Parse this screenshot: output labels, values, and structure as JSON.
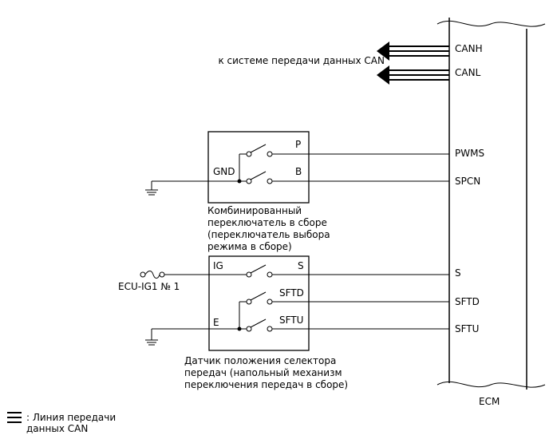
{
  "ecm": {
    "label": "ECM",
    "pins": {
      "canh": "CANH",
      "canl": "CANL",
      "pwms": "PWMS",
      "spcn": "SPCN",
      "s": "S",
      "sftd": "SFTD",
      "sftu": "SFTU"
    }
  },
  "can_destination": "к системе передачи данных CAN",
  "combination_switch": {
    "terminals": {
      "p": "P",
      "b": "B",
      "gnd": "GND"
    },
    "caption": [
      "Комбинированный",
      "переключатель в сборе",
      "(переключатель выбора",
      "режима в сборе)"
    ]
  },
  "shift_sensor": {
    "terminals": {
      "ig": "IG",
      "s": "S",
      "sftd": "SFTD",
      "sftu": "SFTU",
      "e": "E"
    },
    "caption": [
      "Датчик положения селектора",
      "передач (напольный механизм",
      "переключения передач в сборе)"
    ]
  },
  "fuse_label": "ECU-IG1 № 1",
  "legend": {
    "line1": ": Линия передачи",
    "line2": "данных CAN"
  }
}
